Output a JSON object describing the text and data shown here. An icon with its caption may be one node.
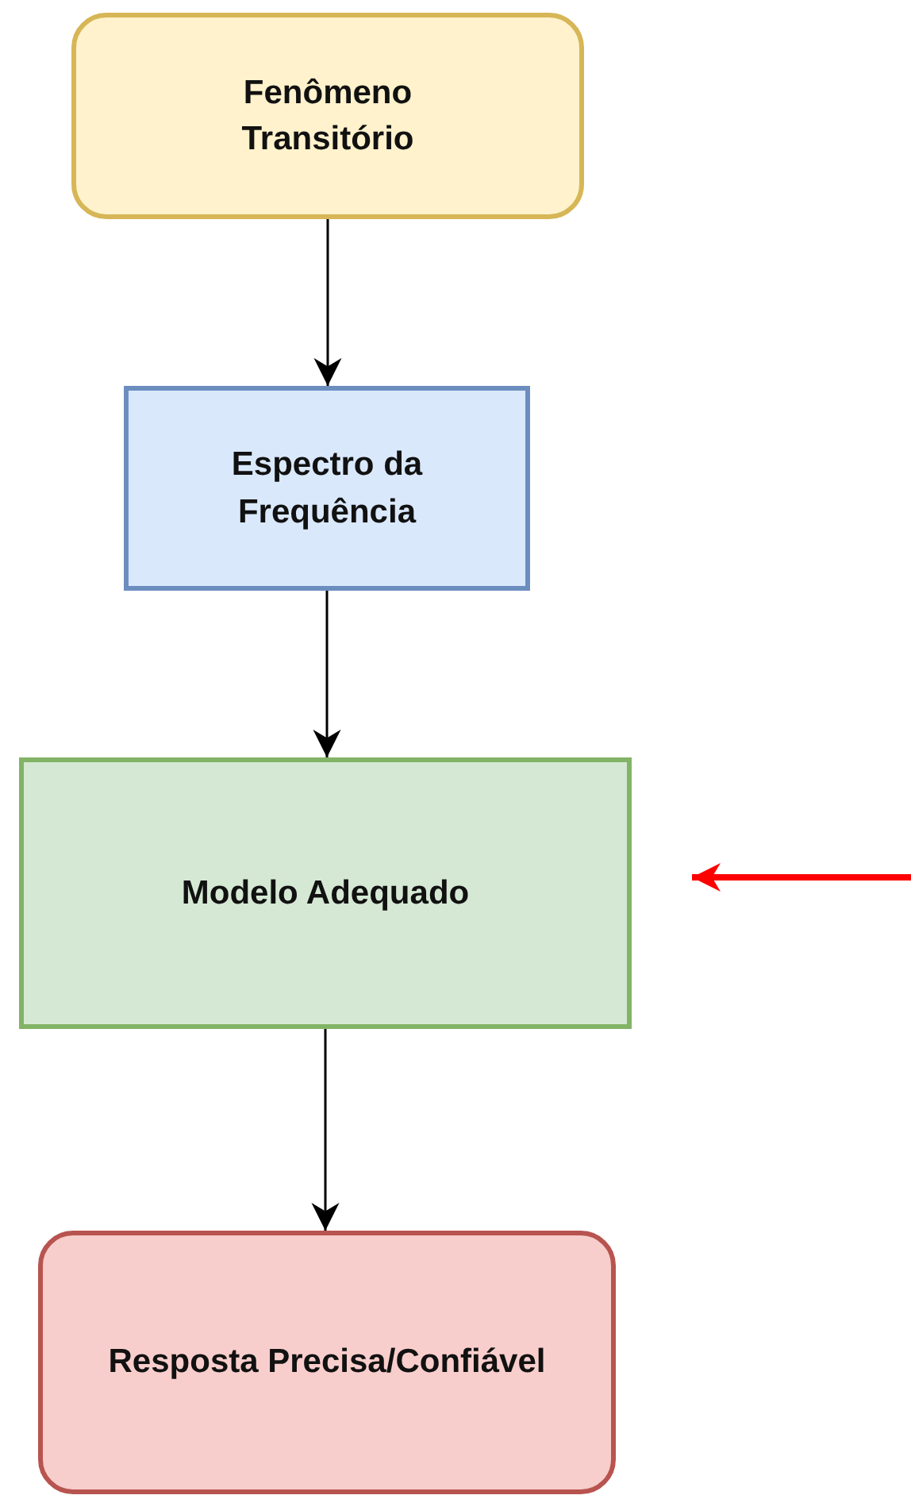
{
  "diagram": {
    "nodes": [
      {
        "text": [
          "Fenômeno Transitório"
        ]
      },
      {
        "text": [
          "Espectro da Frequência"
        ]
      },
      {
        "text": [
          "Modelo Adequado"
        ]
      },
      {
        "text": [
          "Resposta Precisa/Confiável"
        ]
      }
    ],
    "edges": [
      {
        "from": 0,
        "to": 1,
        "arrow": "to"
      },
      {
        "from": 1,
        "to": 2,
        "arrow": "to"
      },
      {
        "from": 2,
        "to": 3,
        "arrow": "to"
      },
      {
        "from": null,
        "to": 2,
        "arrow": "to",
        "style": "thick",
        "color": "#ff0000"
      }
    ]
  }
}
